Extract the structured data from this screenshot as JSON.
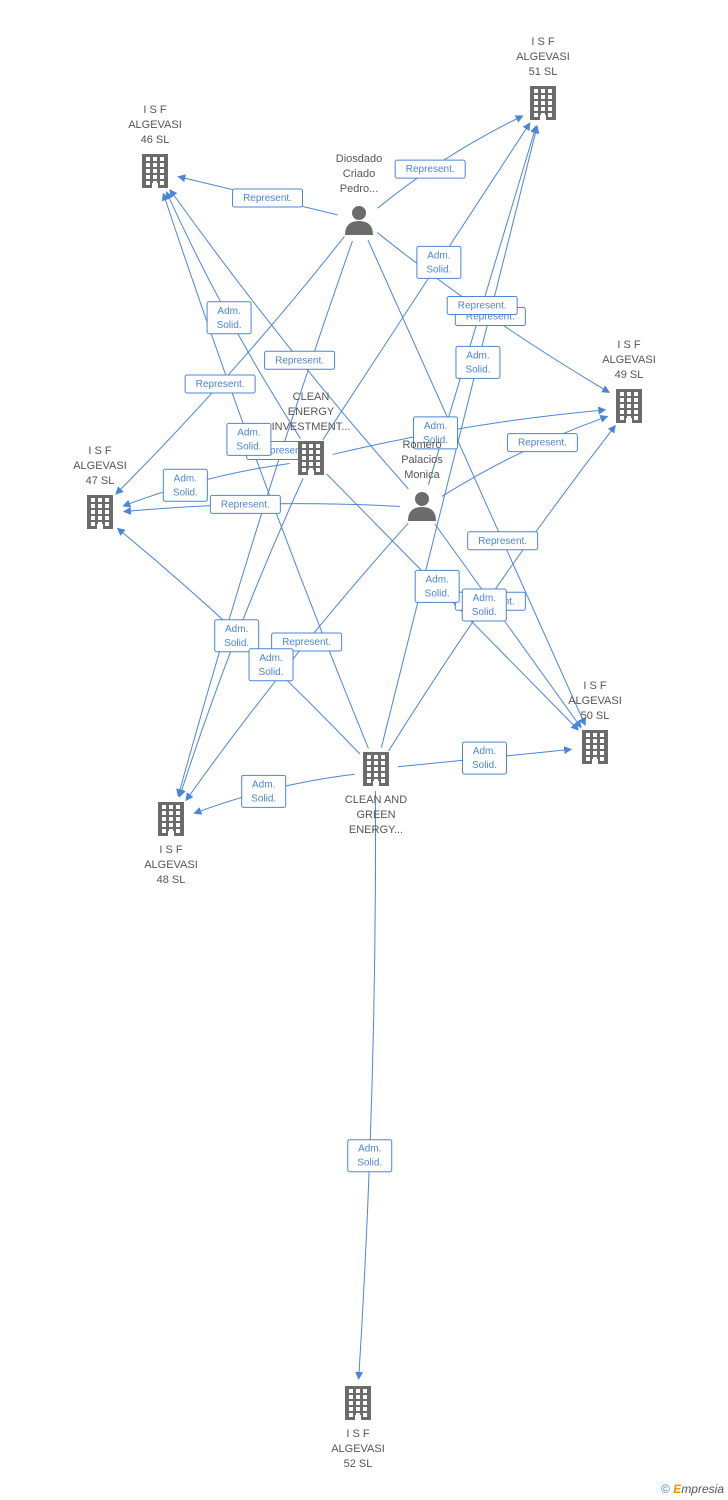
{
  "colors": {
    "edge": "#4a86d8",
    "icon": "#6b6b6b",
    "label": "#555555"
  },
  "nodes": [
    {
      "id": "isf51",
      "type": "company",
      "lines": [
        "I S F",
        "ALGEVASI",
        "51 SL"
      ]
    },
    {
      "id": "isf46",
      "type": "company",
      "lines": [
        "I S F",
        "ALGEVASI",
        "46 SL"
      ]
    },
    {
      "id": "diosdado",
      "type": "person",
      "lines": [
        "Diosdado",
        "Criado",
        "Pedro..."
      ]
    },
    {
      "id": "isf49",
      "type": "company",
      "lines": [
        "I S F",
        "ALGEVASI",
        "49 SL"
      ]
    },
    {
      "id": "clean_inv",
      "type": "company",
      "lines": [
        "CLEAN",
        "ENERGY",
        "INVESTMENT..."
      ]
    },
    {
      "id": "romero",
      "type": "person",
      "lines": [
        "Romero",
        "Palacios",
        "Monica"
      ]
    },
    {
      "id": "isf47",
      "type": "company",
      "lines": [
        "I S F",
        "ALGEVASI",
        "47 SL"
      ]
    },
    {
      "id": "isf50",
      "type": "company",
      "lines": [
        "I S F",
        "ALGEVASI",
        "50 SL"
      ]
    },
    {
      "id": "clean_green",
      "type": "company",
      "lines": [
        "CLEAN AND",
        "GREEN",
        "ENERGY..."
      ]
    },
    {
      "id": "isf48",
      "type": "company",
      "lines": [
        "I S F",
        "ALGEVASI",
        "48 SL"
      ]
    },
    {
      "id": "isf52",
      "type": "company",
      "lines": [
        "I S F",
        "ALGEVASI",
        "52 SL"
      ]
    }
  ],
  "edges": [
    {
      "from": "diosdado",
      "to": "isf51",
      "label": [
        "Represent."
      ]
    },
    {
      "from": "diosdado",
      "to": "isf46",
      "label": [
        "Represent."
      ]
    },
    {
      "from": "diosdado",
      "to": "isf49",
      "label": [
        "Represent."
      ]
    },
    {
      "from": "diosdado",
      "to": "isf47",
      "label": [
        "Represent."
      ]
    },
    {
      "from": "diosdado",
      "to": "isf50",
      "label": [
        "Represent."
      ]
    },
    {
      "from": "diosdado",
      "to": "isf48",
      "label": [
        "Represent."
      ]
    },
    {
      "from": "romero",
      "to": "isf46",
      "label": [
        "Represent."
      ]
    },
    {
      "from": "romero",
      "to": "isf51",
      "label": [
        "Represent."
      ]
    },
    {
      "from": "romero",
      "to": "isf47",
      "label": [
        "Represent."
      ]
    },
    {
      "from": "romero",
      "to": "isf49",
      "label": [
        "Represent."
      ]
    },
    {
      "from": "romero",
      "to": "isf50",
      "label": [
        "Represent."
      ]
    },
    {
      "from": "romero",
      "to": "isf48",
      "label": [
        "Represent."
      ]
    },
    {
      "from": "clean_inv",
      "to": "isf46",
      "label": [
        "Adm.",
        "Solid."
      ]
    },
    {
      "from": "clean_inv",
      "to": "isf51",
      "label": [
        "Adm.",
        "Solid."
      ]
    },
    {
      "from": "clean_inv",
      "to": "isf47",
      "label": [
        "Adm.",
        "Solid."
      ]
    },
    {
      "from": "clean_inv",
      "to": "isf49",
      "label": [
        "Adm.",
        "Solid."
      ]
    },
    {
      "from": "clean_inv",
      "to": "isf50",
      "label": [
        "Adm.",
        "Solid."
      ]
    },
    {
      "from": "clean_inv",
      "to": "isf48",
      "label": [
        "Adm.",
        "Solid."
      ]
    },
    {
      "from": "clean_green",
      "to": "isf46",
      "label": [
        "Adm.",
        "Solid."
      ]
    },
    {
      "from": "clean_green",
      "to": "isf51",
      "label": [
        "Adm.",
        "Solid."
      ]
    },
    {
      "from": "clean_green",
      "to": "isf47",
      "label": [
        "Adm.",
        "Solid."
      ]
    },
    {
      "from": "clean_green",
      "to": "isf49",
      "label": [
        "Adm.",
        "Solid."
      ]
    },
    {
      "from": "clean_green",
      "to": "isf50",
      "label": [
        "Adm.",
        "Solid."
      ]
    },
    {
      "from": "clean_green",
      "to": "isf48",
      "label": [
        "Adm.",
        "Solid."
      ]
    },
    {
      "from": "clean_green",
      "to": "isf52",
      "label": [
        "Adm.",
        "Solid."
      ]
    }
  ],
  "footer": {
    "copyright": "©",
    "brand_e": "E",
    "brand_rest": "mpresia"
  }
}
